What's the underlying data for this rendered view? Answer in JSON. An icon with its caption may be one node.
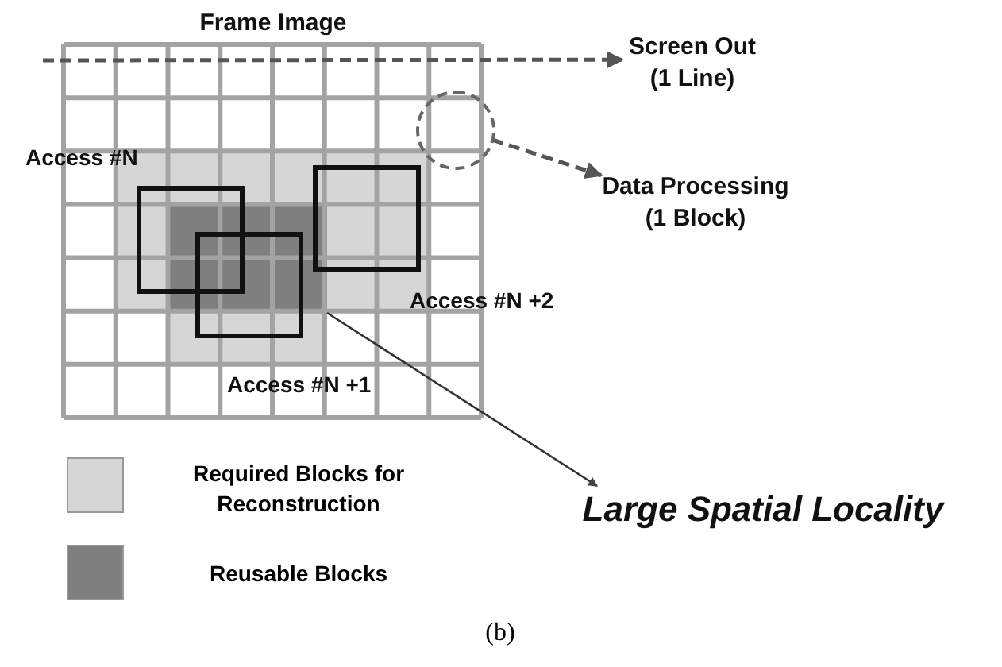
{
  "diagram": {
    "caption": "(b)",
    "nodes": [
      {
        "text": [
          "Frame Image"
        ]
      },
      {
        "text": [
          "Access #N"
        ],
        "in": 0
      },
      {
        "text": [
          "Access #N +1"
        ],
        "in": 0
      },
      {
        "text": [
          "Access #N +2"
        ],
        "in": 0
      },
      {
        "text": [],
        "shape": "circle",
        "in": 0
      },
      {
        "text": [],
        "shape": "box",
        "in": 0
      },
      {
        "text": [
          "Screen Out (1 Line)"
        ]
      },
      {
        "text": [
          "Data Processing (1 Block)"
        ]
      },
      {
        "text": [
          "Large Spatial Locality"
        ]
      }
    ],
    "edges": [
      {
        "from": null,
        "to": 6,
        "arrow": "to",
        "style": "dashed"
      },
      {
        "from": 4,
        "to": 7,
        "arrow": "to",
        "style": "dashed"
      },
      {
        "from": 5,
        "to": 8,
        "arrow": "to"
      }
    ],
    "legend": [
      {
        "text": "Required Blocks for Reconstruction",
        "color": "#d6d6d6"
      },
      {
        "text": "Reusable Blocks",
        "color": "#7f7f7f"
      }
    ]
  }
}
